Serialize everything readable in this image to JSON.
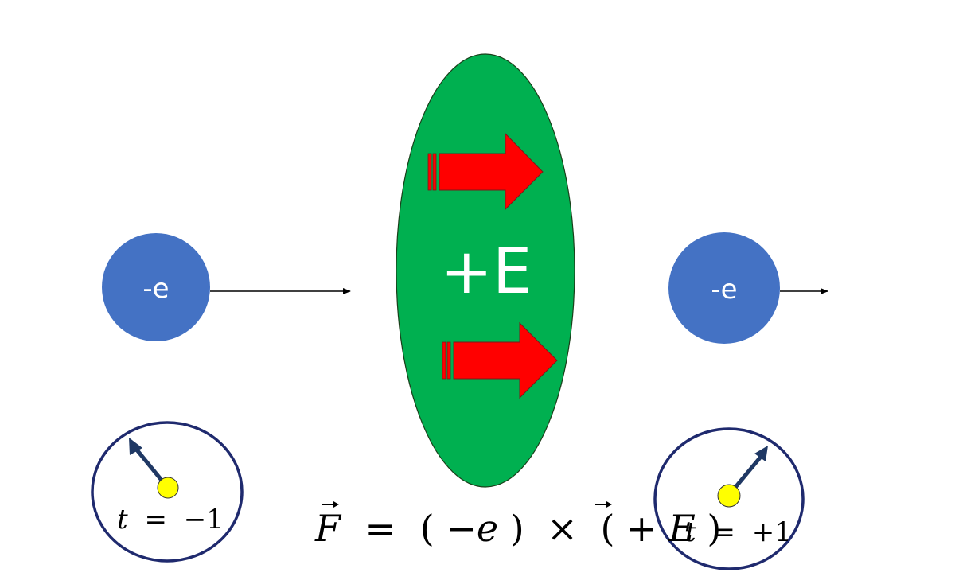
{
  "colors": {
    "electron_fill": "#4472c4",
    "field_fill": "#00b050",
    "field_arrow": "#ff0000",
    "clock_border": "#1f2a6e",
    "clock_hand": "#1f3864",
    "clock_center": "#ffff00"
  },
  "electron_before": {
    "label": "-e"
  },
  "electron_after": {
    "label": "-e"
  },
  "field": {
    "label": "+E"
  },
  "clock_before": {
    "time_var": "t",
    "equals": "=",
    "time_value": "−1"
  },
  "clock_after": {
    "time_var": "t",
    "equals": "=",
    "time_value": "+1"
  },
  "formula": {
    "force_symbol": "F",
    "equals": "=",
    "open_paren_1": "(",
    "charge": "−e",
    "close_paren_1": ")",
    "times": "×",
    "open_paren_2": "(",
    "plus": "+",
    "field_symbol": "E",
    "close_paren_2": ")"
  },
  "icons": [
    "electron-circle",
    "electric-field-ellipse",
    "field-arrow",
    "clock-icon",
    "velocity-arrow"
  ]
}
